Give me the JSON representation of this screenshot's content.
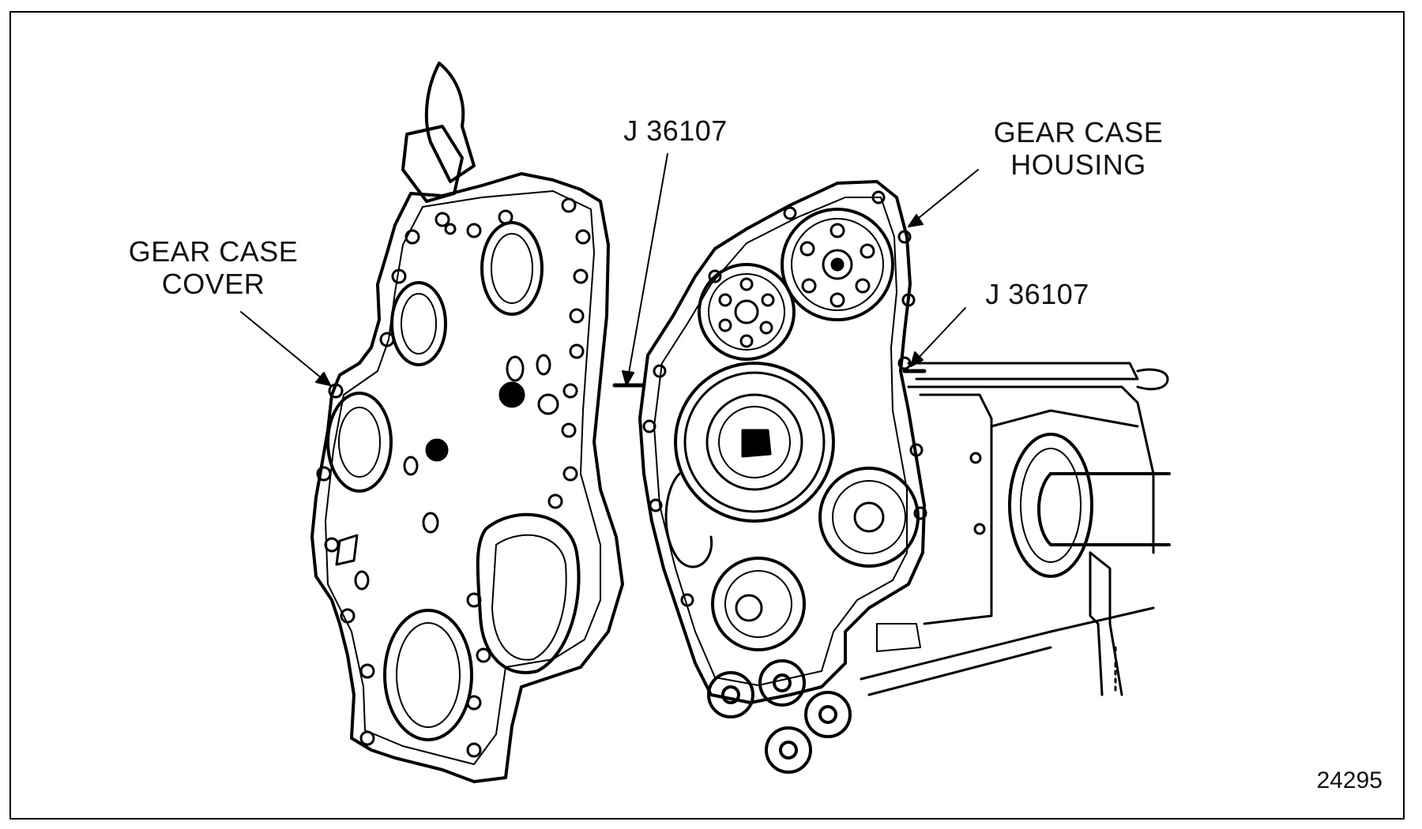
{
  "labels": {
    "gear_case_cover": [
      "GEAR CASE",
      "COVER"
    ],
    "gear_case_housing": [
      "GEAR CASE",
      "HOUSING"
    ],
    "tool_top": "J 36107",
    "tool_right": "J 36107"
  },
  "figure_number": "24295"
}
